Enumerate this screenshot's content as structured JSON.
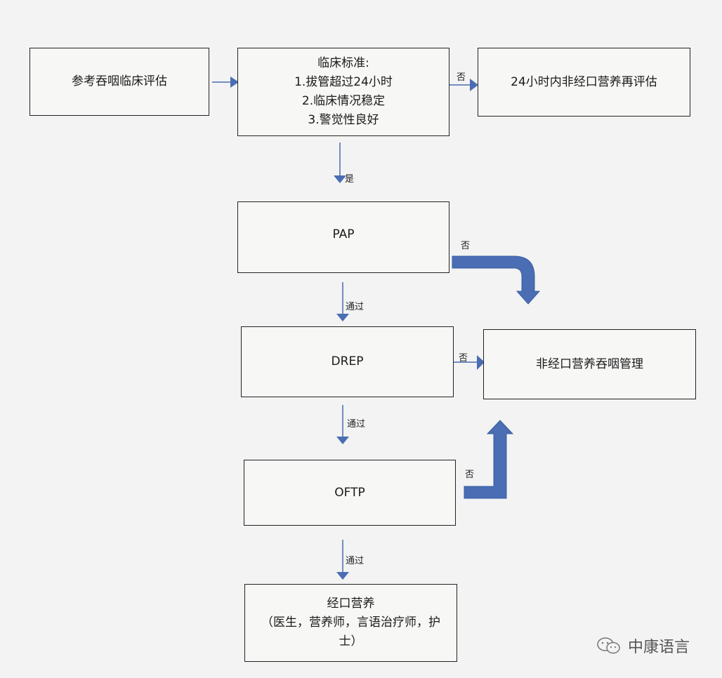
{
  "nodes": {
    "clinical_assessment": "参考吞咽临床评估",
    "criteria": {
      "title": "临床标准:",
      "items": [
        "1.拔管超过24小时",
        "2.临床情况稳定",
        "3.警觉性良好"
      ]
    },
    "reassess": "24小时内非经口营养再评估",
    "pap": "PAP",
    "drep": "DREP",
    "oftp": "OFTP",
    "non_oral": "非经口营养吞咽管理",
    "oral": {
      "title": "经口营养",
      "detail": "（医生，营养师，言语治疗师，护士）"
    }
  },
  "edges": {
    "criteria_no": "否",
    "criteria_yes": "是",
    "pap_pass": "通过",
    "pap_no": "否",
    "drep_pass": "通过",
    "drep_no": "否",
    "oftp_pass": "通过",
    "oftp_no": "否"
  },
  "watermark": "中康语言",
  "colors": {
    "arrow": "#4a6db3",
    "border": "#222222"
  }
}
